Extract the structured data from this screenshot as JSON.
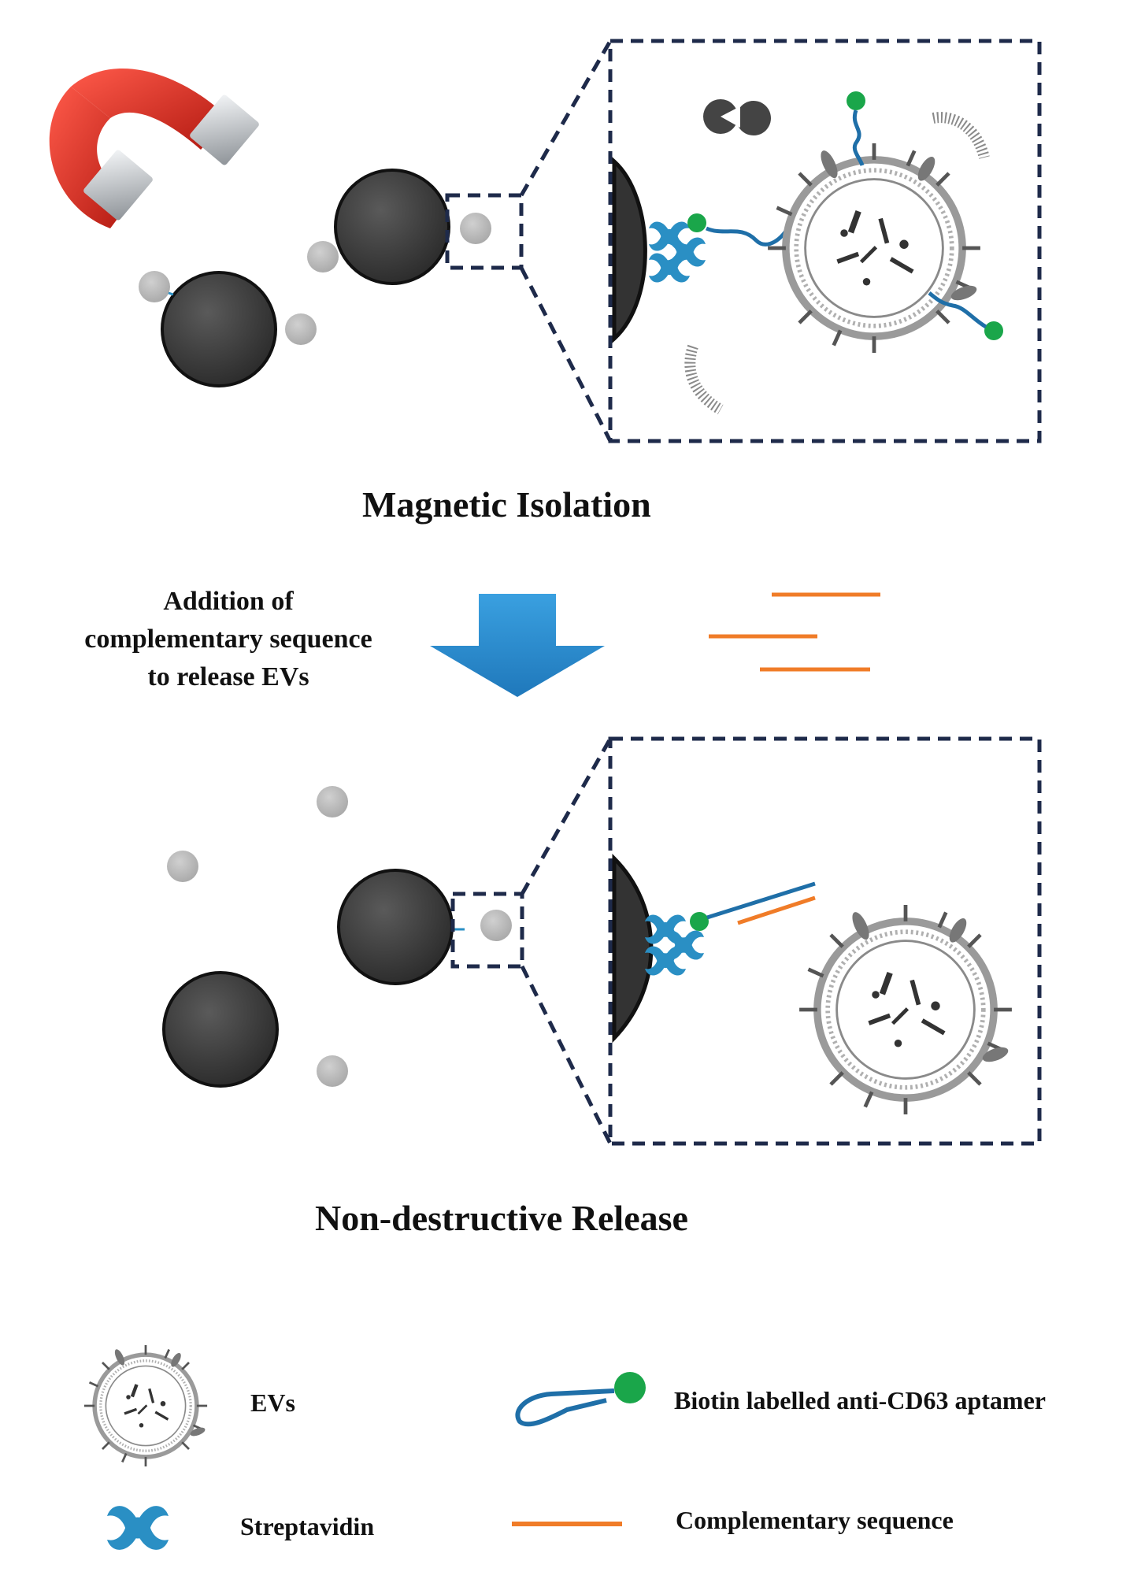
{
  "titles": {
    "step1": "Magnetic Isolation",
    "step2": "Non-destructive Release"
  },
  "arrow_caption": {
    "line1": "Addition of",
    "line2": "complementary sequence",
    "line3": "to release EVs"
  },
  "legend": {
    "evs": "EVs",
    "streptavidin": "Streptavidin",
    "aptamer": "Biotin labelled anti-CD63 aptamer",
    "complementary": "Complementary sequence"
  },
  "colors": {
    "bead": "#3a3a3a",
    "small_particle": "#b8b8b8",
    "streptavidin": "#2a8fc4",
    "biotin": "#1aa64a",
    "aptamer": "#1f6fa8",
    "complementary": "#f07c28",
    "arrow": "#2f8fd0",
    "dashed_box": "#1e2a4a",
    "magnet_red": "#d42a20",
    "magnet_steel": "#c8ccd0"
  },
  "icons": [
    "magnet-icon",
    "down-arrow-icon"
  ]
}
